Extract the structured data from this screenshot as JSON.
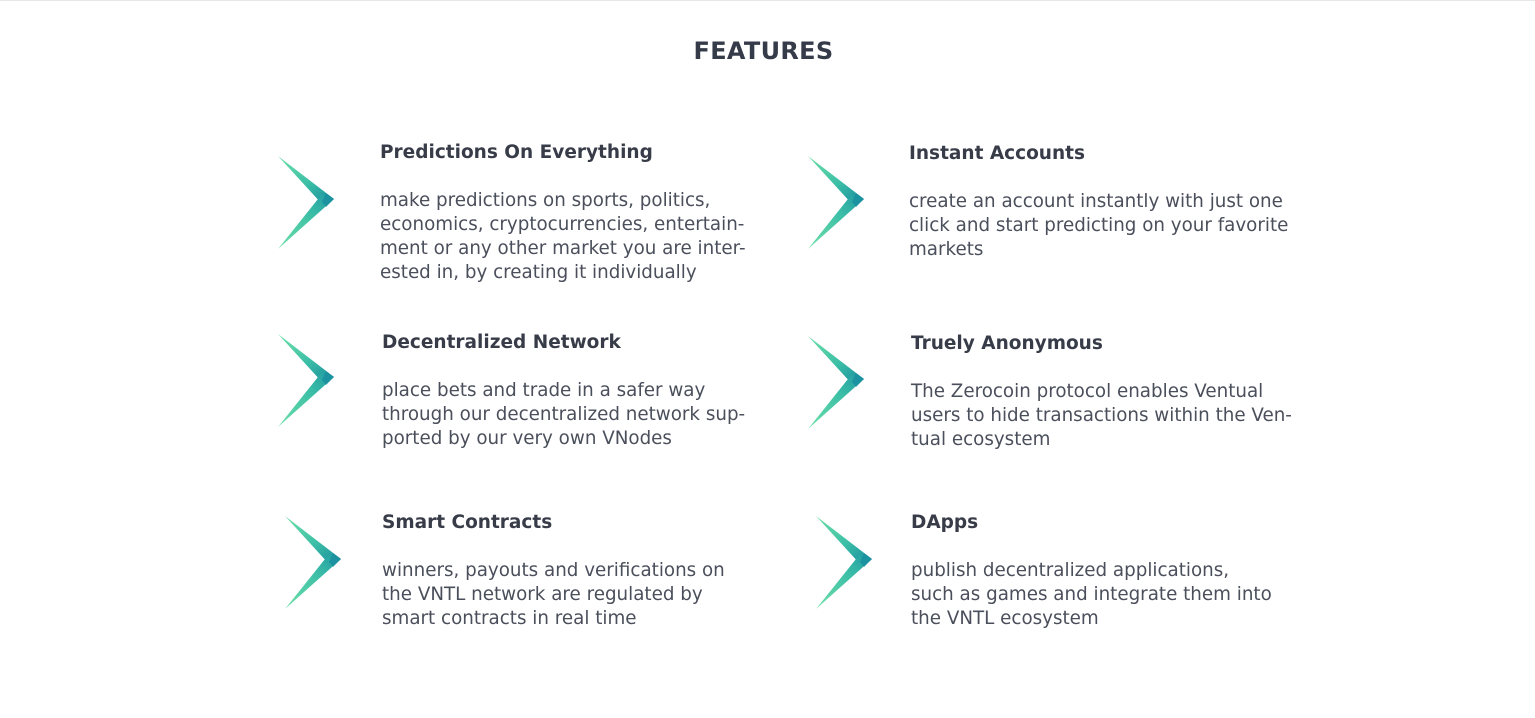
{
  "section": {
    "title": "FEATURES"
  },
  "colors": {
    "chevron_light": "#5fd8a0",
    "chevron_mid": "#33b8a5",
    "chevron_dark": "#1a8fa0",
    "title_text": "#353b48",
    "body_text": "#4a4f5b"
  },
  "features": [
    {
      "title": "Predictions On Everything",
      "icon": "chevron-right-icon",
      "lines": [
        "make predictions on sports, politics,",
        "economics, cryptocurrencies, entertain-",
        "ment or any other market you are inter-",
        "ested in, by creating it individually"
      ]
    },
    {
      "title": "Instant Accounts",
      "icon": "chevron-right-icon",
      "lines": [
        "create an account instantly with just one",
        "click and start predicting on your favorite",
        "markets"
      ]
    },
    {
      "title": "Decentralized Network",
      "icon": "chevron-right-icon",
      "lines": [
        "place bets and trade in a safer way",
        "through our decentralized network sup-",
        "ported by our very own VNodes"
      ]
    },
    {
      "title": "Truely Anonymous",
      "icon": "chevron-right-icon",
      "lines": [
        "The Zerocoin protocol enables Ventual",
        "users to hide transactions within the Ven-",
        "tual ecosystem"
      ]
    },
    {
      "title": "Smart Contracts",
      "icon": "chevron-right-icon",
      "lines": [
        "winners, payouts and verifications on",
        "the VNTL network are regulated by",
        "smart contracts in real time"
      ]
    },
    {
      "title": "DApps",
      "icon": "chevron-right-icon",
      "lines": [
        "publish decentralized applications,",
        "such as games and integrate them into",
        "the VNTL ecosystem"
      ]
    }
  ]
}
